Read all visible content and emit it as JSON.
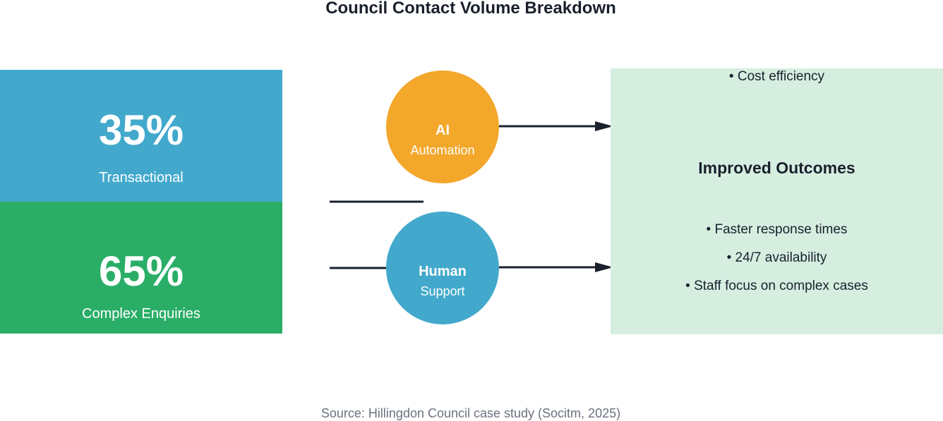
{
  "title": "Council Contact Volume Breakdown",
  "segments": [
    {
      "percent": "35%",
      "label": "Transactional",
      "color": "#42a9cc"
    },
    {
      "percent": "65%",
      "label": "Complex Enquiries",
      "color": "#2aae67"
    }
  ],
  "channels": [
    {
      "title": "AI",
      "subtitle": "Automation",
      "color": "#f3a72b"
    },
    {
      "title": "Human",
      "subtitle": "Support",
      "color": "#42a9cc"
    }
  ],
  "outcomes": {
    "heading": "Improved Outcomes",
    "items": [
      "• Faster response times",
      "• 24/7 availability",
      "• Staff focus on complex cases",
      "• Cost efficiency"
    ],
    "background": "#d5eee0",
    "text_color": "#1a202c"
  },
  "connector_color": "#1a202c",
  "source": "Source: Hillingdon Council case study (Socitm, 2025)",
  "source_color": "#6b7280"
}
